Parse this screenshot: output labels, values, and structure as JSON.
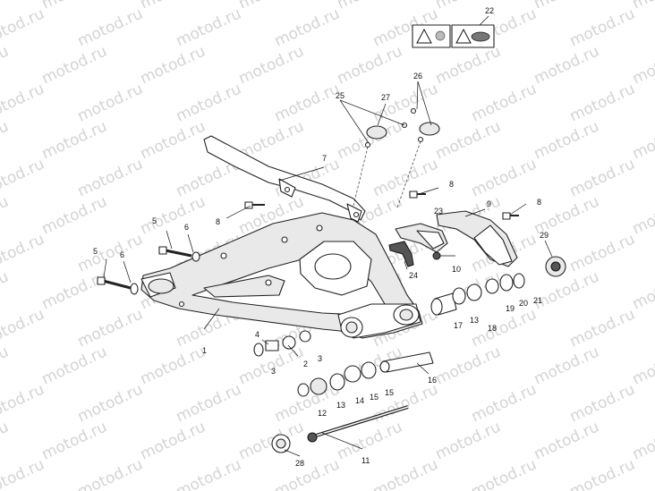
{
  "watermark": "motod.ru",
  "callouts": [
    "1",
    "2",
    "3",
    "3",
    "4",
    "5",
    "5",
    "6",
    "6",
    "7",
    "8",
    "8",
    "8",
    "9",
    "10",
    "11",
    "12",
    "13",
    "13",
    "14",
    "15",
    "15",
    "16",
    "17",
    "18",
    "19",
    "20",
    "21",
    "22",
    "23",
    "24",
    "25",
    "26",
    "27",
    "28",
    "29"
  ]
}
